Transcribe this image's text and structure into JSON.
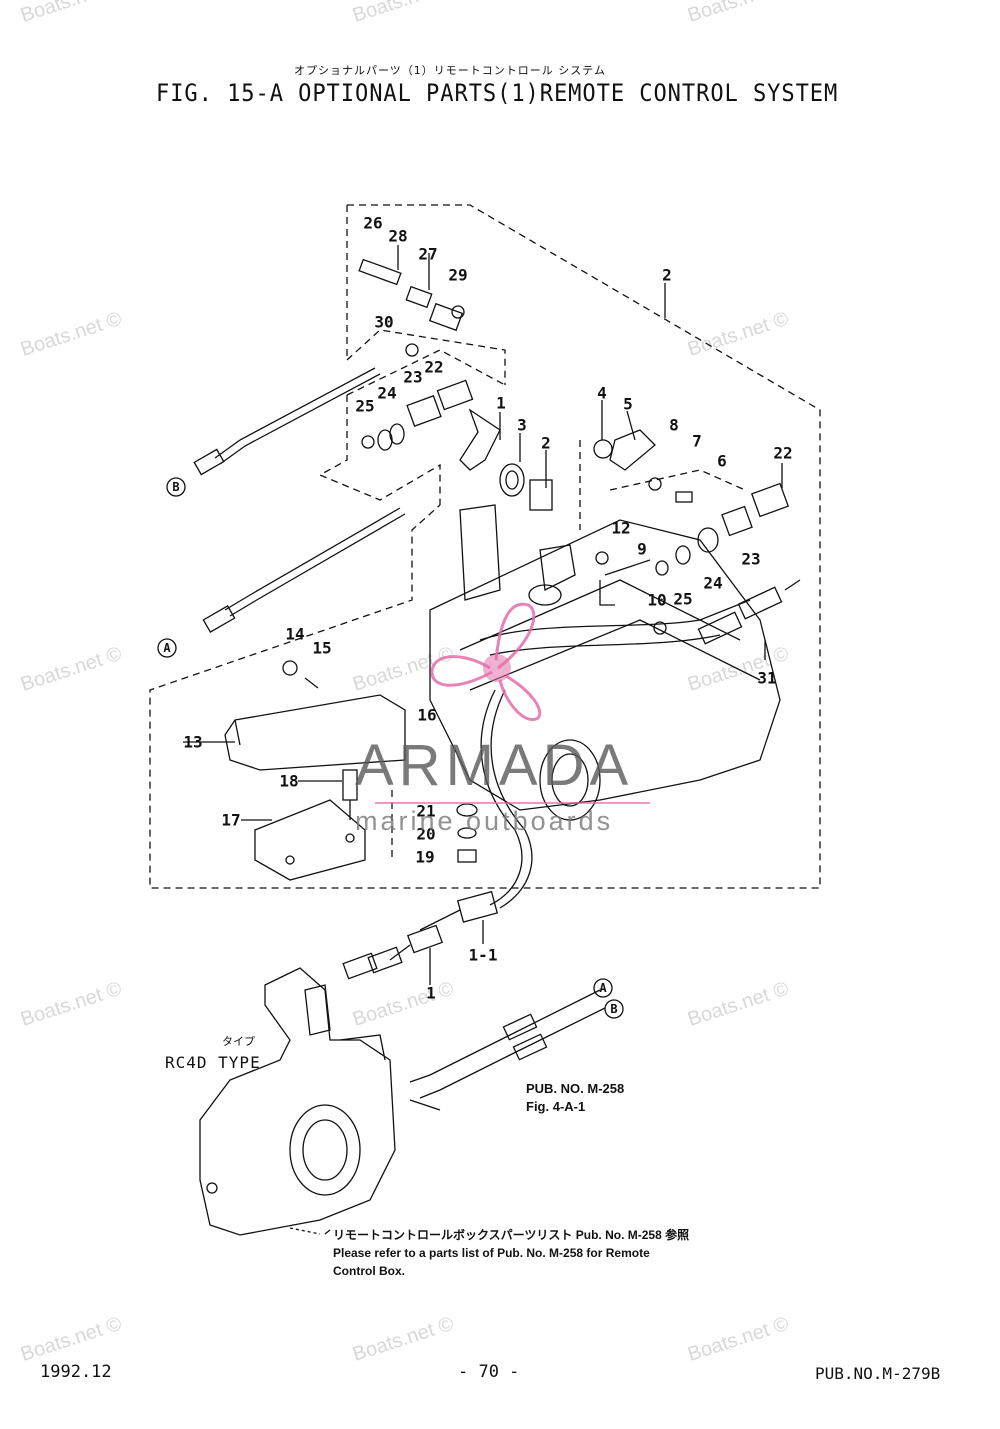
{
  "header": {
    "jp_title": "オプショナルパーツ（1）リモートコントロール システム",
    "title": "FIG. 15-A OPTIONAL PARTS(1)REMOTE CONTROL SYSTEM"
  },
  "callouts": [
    "26",
    "28",
    "27",
    "29",
    "2",
    "30",
    "24",
    "22",
    "23",
    "25",
    "1",
    "3",
    "2",
    "4",
    "5",
    "8",
    "7",
    "6",
    "22",
    "12",
    "9",
    "10",
    "25",
    "24",
    "23",
    "14",
    "15",
    "16",
    "13",
    "18",
    "17",
    "21",
    "20",
    "19",
    "31",
    "1-1",
    "1"
  ],
  "connectors": {
    "a": "A",
    "b": "B"
  },
  "remote_box": {
    "jp_type": "タイプ",
    "type_label": "RC4D TYPE",
    "pub_ref_line1": "PUB. NO. M-258",
    "pub_ref_line2": "Fig. 4-A-1",
    "note_jp": "リモートコントロールボックスパーツリスト Pub. No. M-258 参照",
    "note_line1": "Please refer to a parts list of Pub. No. M-258 for Remote",
    "note_line2": "Control Box."
  },
  "footer": {
    "date": "1992.12",
    "page": "- 70 -",
    "pub": "PUB.NO.M-279B"
  },
  "watermarks": {
    "site": "Boats.net ©",
    "brand": "ARMADA",
    "brand_sub": "marine outboards"
  },
  "colors": {
    "line": "#111111",
    "watermark": "#d8d8d8",
    "logo_pink": "#e36fa8"
  }
}
